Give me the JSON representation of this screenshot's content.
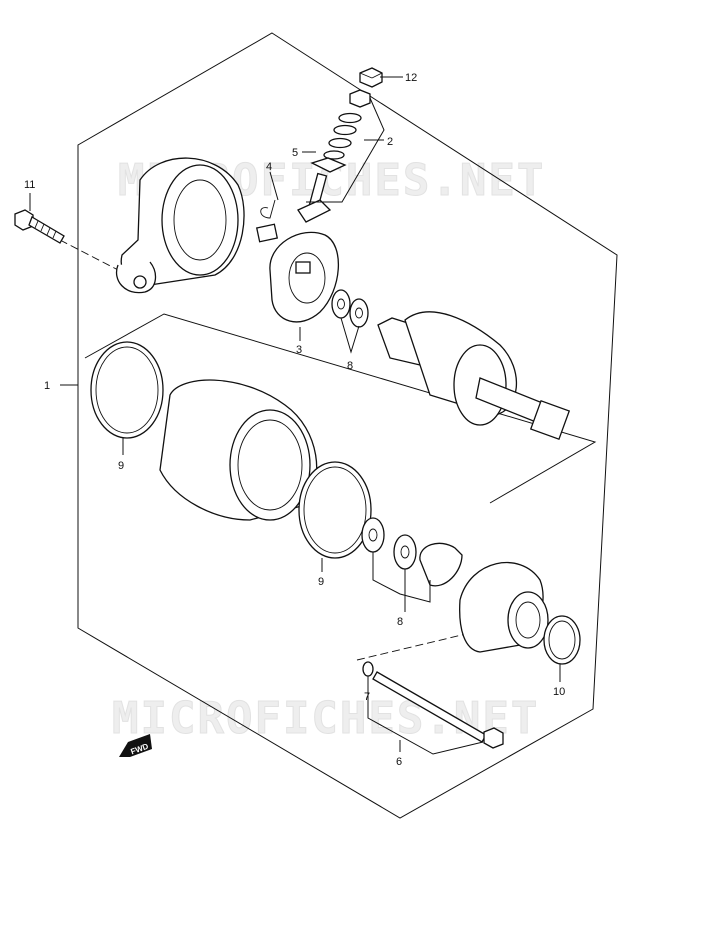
{
  "watermark": {
    "top": "MICROFICHES.NET",
    "bottom": "MICROFICHES.NET"
  },
  "callouts": [
    {
      "id": "c12",
      "text": "12"
    },
    {
      "id": "c2",
      "text": "2"
    },
    {
      "id": "c5",
      "text": "5"
    },
    {
      "id": "c4",
      "text": "4"
    },
    {
      "id": "c11",
      "text": "11"
    },
    {
      "id": "c3",
      "text": "3"
    },
    {
      "id": "c8a",
      "text": "8"
    },
    {
      "id": "c1",
      "text": "1"
    },
    {
      "id": "c9a",
      "text": "9"
    },
    {
      "id": "c9b",
      "text": "9"
    },
    {
      "id": "c8b",
      "text": "8"
    },
    {
      "id": "c10",
      "text": "10"
    },
    {
      "id": "c7",
      "text": "7"
    },
    {
      "id": "c6",
      "text": "6"
    }
  ],
  "direction_badge": "FWD"
}
